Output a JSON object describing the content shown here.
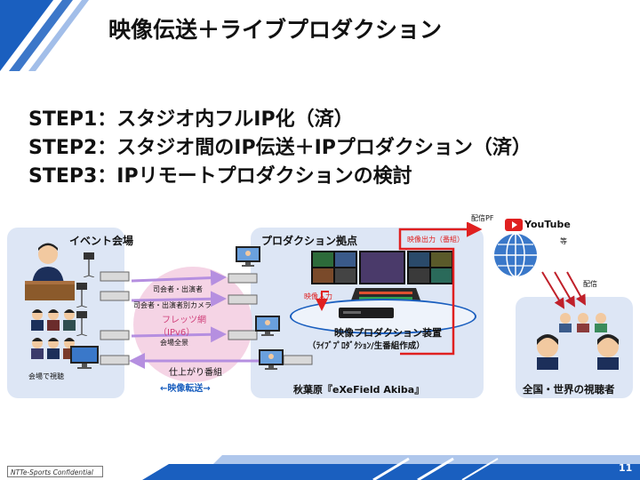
{
  "title": "映像伝送＋ライブプロダクション",
  "steps": [
    "STEP1：スタジオ内フルIP化（済）",
    "STEP2：スタジオ間のIP伝送＋IPプロダクション（済）",
    "STEP3：IPリモートプロダクションの検討"
  ],
  "diagram": {
    "event_venue": {
      "title": "イベント会場",
      "venue_viewing": "会場で視聴"
    },
    "network": {
      "label_line1": "フレッツ網",
      "label_line2": "（IPv6）",
      "feeds": [
        "司会者・出演者",
        "司会者・出演者別カメラ",
        "会場全景"
      ],
      "return_feed": "仕上がり番組",
      "transmission": "←映像転送→"
    },
    "production_base": {
      "title": "プロダクション拠点",
      "input_label": "映像入力",
      "output_label": "映像出力（番組）",
      "device_line1": "映像プロダクション装置",
      "device_line2": "（ﾗｲﾌﾞﾌﾟﾛﾀﾞｸｼｮﾝ/生番組作成）",
      "location": "秋葉原『eXeField Akiba』"
    },
    "distribution": {
      "platform_label": "配信PF",
      "youtube_label": "YouTube",
      "etc_label": "等",
      "delivery_label": "配信",
      "viewers_label": "全国・世界の視聴者"
    }
  },
  "footer": {
    "confidential": "NTTe-Sports Confidential",
    "page_number": "11"
  },
  "colors": {
    "accent_blue": "#1a5fbf",
    "panel_bg": "#dde6f5",
    "network_pink": "#f3cde0",
    "network_text": "#d0407a",
    "arrow_purple": "#b58fe0",
    "output_red": "#e02020"
  }
}
